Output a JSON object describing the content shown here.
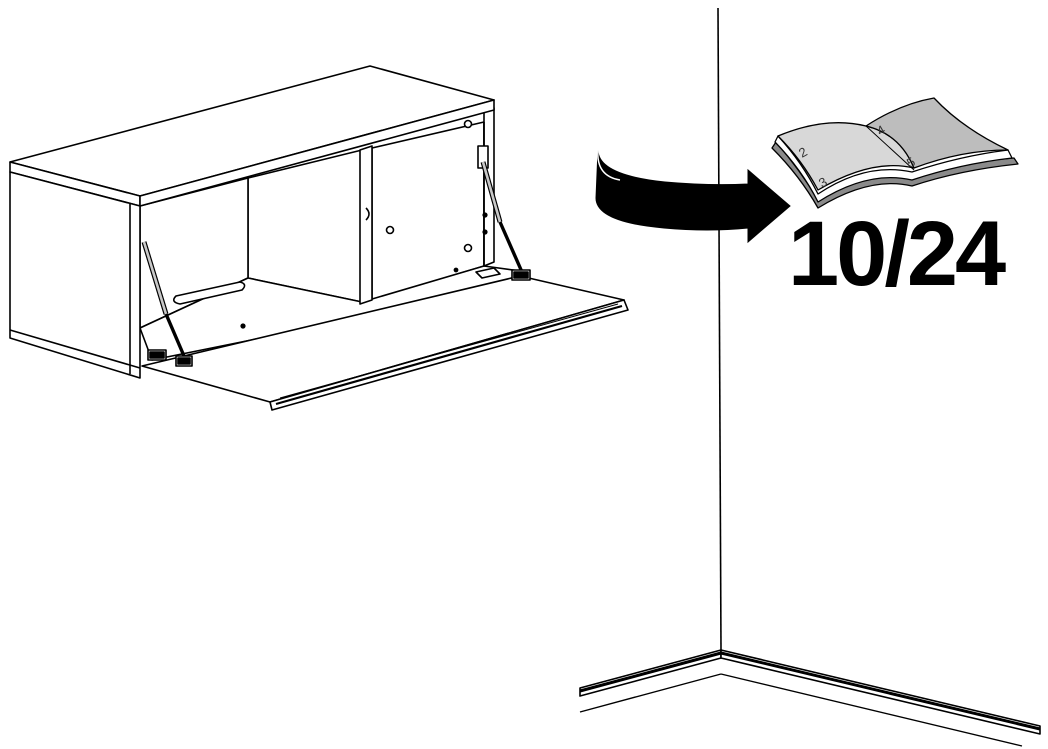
{
  "instruction": {
    "page_reference": "10/24"
  },
  "booklet": {
    "page_numbers": [
      "2",
      "3",
      "4",
      "5"
    ]
  },
  "colors": {
    "line": "#000000",
    "booklet_left": "#d8d8d8",
    "booklet_right": "#bdbdbd",
    "strut": "#c8c8c8"
  },
  "icons": [
    "booklet-icon",
    "curved-arrow-icon"
  ]
}
